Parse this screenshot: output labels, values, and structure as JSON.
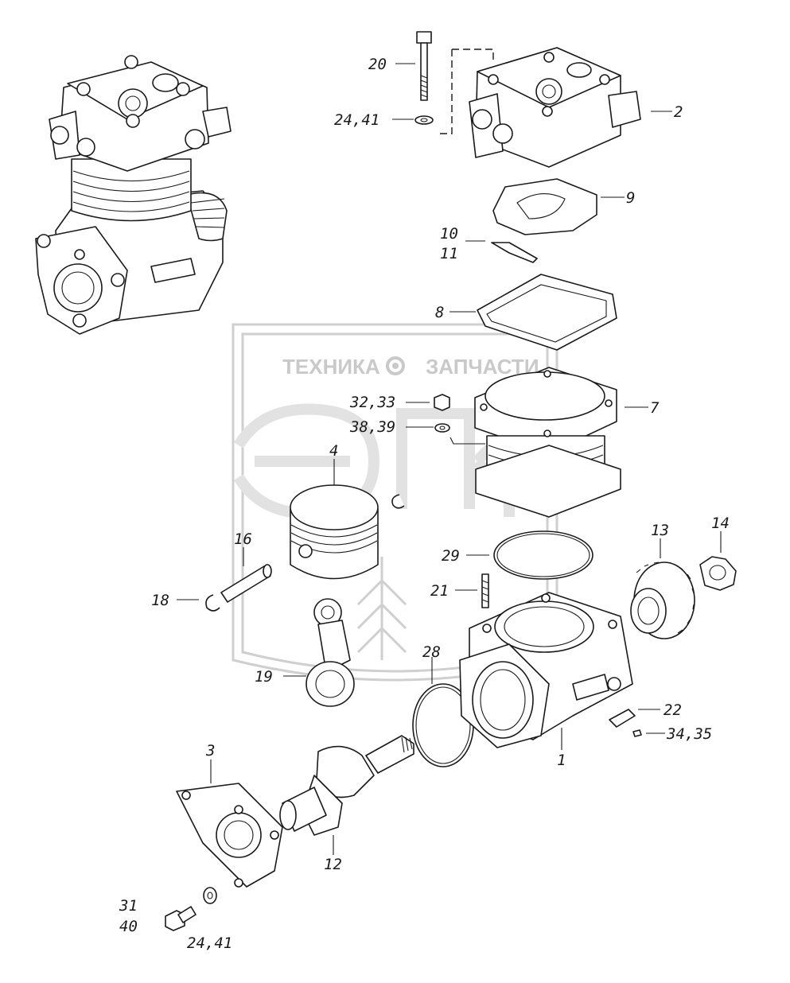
{
  "watermark": {
    "left_text": "ТЕХНИКА",
    "right_text": "ЗАПЧАСТИ",
    "emblem_text": "ЭПФ",
    "gear_icon": "gear-icon"
  },
  "callouts": {
    "c1": "1",
    "c2": "2",
    "c3": "3",
    "c4": "4",
    "c7": "7",
    "c8": "8",
    "c9": "9",
    "c10": "10",
    "c11": "11",
    "c12": "12",
    "c13": "13",
    "c14": "14",
    "c16": "16",
    "c18": "18",
    "c19": "19",
    "c20": "20",
    "c21": "21",
    "c22": "22",
    "c28": "28",
    "c29": "29",
    "c31": "31",
    "c40": "40",
    "c24_41_top": "24,41",
    "c24_41_bottom": "24,41",
    "c32_33": "32,33",
    "c38_39": "38,39",
    "c34_35": "34,35"
  }
}
